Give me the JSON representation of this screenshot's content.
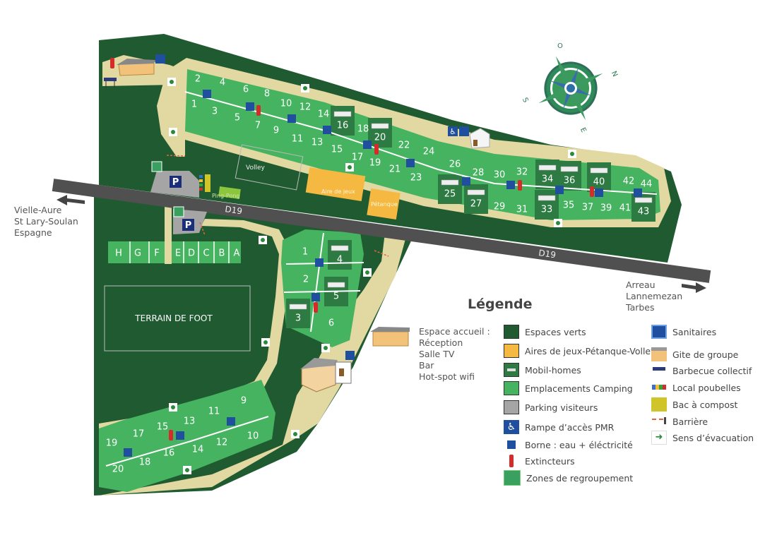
{
  "colors": {
    "espaces_verts": "#1f5a30",
    "emplacements": "#45b35f",
    "mobil_home": "#2d7a42",
    "aires_jeux": "#f5b942",
    "parking": "#a5a5a5",
    "path": "#e2d8a2",
    "road": "#505050",
    "borne": "#1f4f9e",
    "extincteur": "#d62b2b",
    "compost": "#cfc52a"
  },
  "map": {
    "upper_plots": [
      "1",
      "2",
      "3",
      "4",
      "5",
      "6",
      "7",
      "8",
      "9",
      "10",
      "11",
      "12",
      "13",
      "14",
      "15",
      "16",
      "17",
      "18",
      "19",
      "20",
      "21",
      "22",
      "23",
      "24",
      "25",
      "26",
      "27",
      "28",
      "29",
      "30",
      "31",
      "32",
      "33",
      "34",
      "35",
      "36",
      "37",
      "39",
      "40",
      "41",
      "42",
      "43",
      "44"
    ],
    "mobil_home_plots_upper": [
      "16",
      "20",
      "25",
      "27",
      "33",
      "34",
      "36",
      "40",
      "43"
    ],
    "middle_plots": [
      "1",
      "2",
      "3",
      "4",
      "5",
      "6"
    ],
    "mobil_home_plots_middle": [
      "3",
      "4",
      "5"
    ],
    "lower_plots": [
      "9",
      "10",
      "11",
      "12",
      "13",
      "14",
      "15",
      "16",
      "17",
      "18",
      "19",
      "20"
    ],
    "bays": [
      "H",
      "G",
      "F",
      "E",
      "D",
      "C",
      "B",
      "A"
    ],
    "volley": "Volley",
    "ping_pong": "Ping-Pong",
    "aire_de_jeux": "Aire de jeux",
    "petanque": "Pétanque",
    "terrain_foot": "TERRAIN DE FOOT",
    "road_label_1": "D19",
    "road_label_2": "D19",
    "parking_label": "P",
    "compass": {
      "n": "N",
      "s": "S",
      "e": "E",
      "o": "O"
    }
  },
  "directions": {
    "west": [
      "Vielle-Aure",
      "St Lary-Soulan",
      "Espagne"
    ],
    "east": [
      "Arreau",
      "Lannemezan",
      "Tarbes"
    ]
  },
  "accueil": [
    "Espace accueil :",
    "Réception",
    "Salle TV",
    "Bar",
    "Hot-spot wifi"
  ],
  "legend": {
    "title": "Légende",
    "col1": [
      {
        "label": "Espaces verts",
        "icon": "swatch-dark-green"
      },
      {
        "label": "Aires de jeux-Pétanque-Volley",
        "icon": "swatch-orange"
      },
      {
        "label": "Mobil-homes",
        "icon": "swatch-mobil-home"
      },
      {
        "label": "Emplacements Camping",
        "icon": "swatch-green"
      },
      {
        "label": "Parking visiteurs",
        "icon": "swatch-grey"
      },
      {
        "label": "Rampe d’accès PMR",
        "icon": "wheelchair-icon"
      },
      {
        "label": "Borne : eau + éléctricité",
        "icon": "borne-icon"
      },
      {
        "label": "Extincteurs",
        "icon": "extinguisher-icon"
      },
      {
        "label": "Zones de regroupement",
        "icon": "assembly-point-icon"
      }
    ],
    "col2": [
      {
        "label": "Sanitaires",
        "icon": "toilets-icon"
      },
      {
        "label": "Gite de groupe",
        "icon": "house-icon"
      },
      {
        "label": "Barbecue collectif",
        "icon": "barbecue-icon"
      },
      {
        "label": "Local poubelles",
        "icon": "bins-icon"
      },
      {
        "label": "Bac à compost",
        "icon": "compost-icon"
      },
      {
        "label": "Barrière",
        "icon": "barrier-icon"
      },
      {
        "label": "Sens d’évacuation",
        "icon": "evacuation-icon"
      }
    ]
  }
}
